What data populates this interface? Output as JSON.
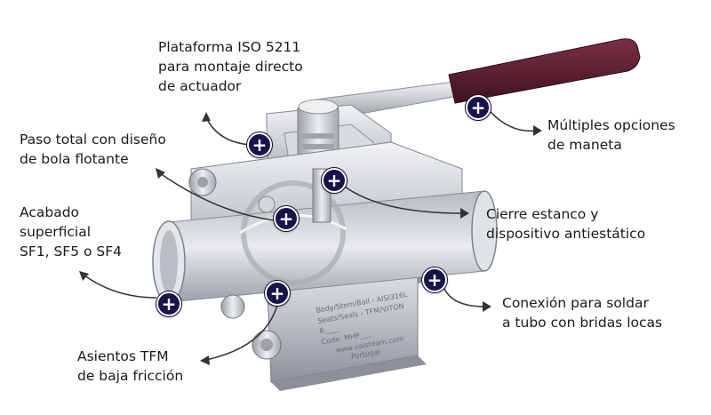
{
  "colors": {
    "hotspot": "#16154a",
    "handle_grip": "#5a1f2f",
    "steel": "#c9cdd2",
    "arrow": "#333333",
    "text": "#1a1a1a"
  },
  "icons": {
    "hotspot": "plus-circle-icon"
  },
  "labels": {
    "iso": [
      "Plataforma ISO 5211",
      "para montaje directo",
      "de actuador"
    ],
    "handle": [
      "Múltiples opciones",
      "de maneta"
    ],
    "bore": [
      "Paso total con diseño",
      "de bola flotante"
    ],
    "seal": [
      "Cierre estanco y",
      "dispositivo antiestático"
    ],
    "finish": [
      "Acabado",
      "superficial",
      "SF1, SF5 o SF4"
    ],
    "weld": [
      "Conexión para soldar",
      "a tubo con bridas locas"
    ],
    "seats": [
      "Asientos TFM",
      "de baja fricción"
    ]
  },
  "engraving": [
    "Body/Stem/Ball - AISI316L",
    "Seats/Seals - TFM/VITON",
    "R____",
    "Code: MHP___",
    "www.valsteam.com",
    "Portugal"
  ]
}
